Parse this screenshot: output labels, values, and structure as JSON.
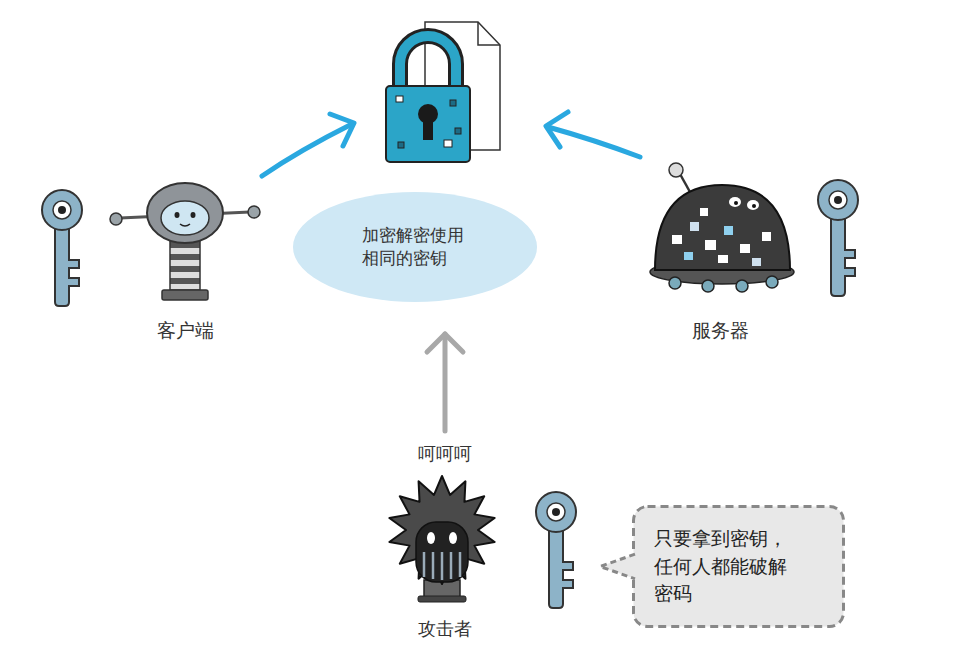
{
  "diagram": {
    "nodes": [
      {
        "text": [
          "加密解密使用 相同的密钥"
        ]
      },
      {
        "text": [
          "客户端"
        ]
      },
      {
        "text": [
          "服务器"
        ]
      },
      {
        "text": [
          "呵呵呵",
          "攻击者"
        ]
      },
      {
        "text": [
          "只要拿到密钥，任何人都能破解密码"
        ]
      }
    ],
    "edges": [
      {
        "from": 3,
        "to": 0,
        "arrow": "to"
      }
    ]
  }
}
